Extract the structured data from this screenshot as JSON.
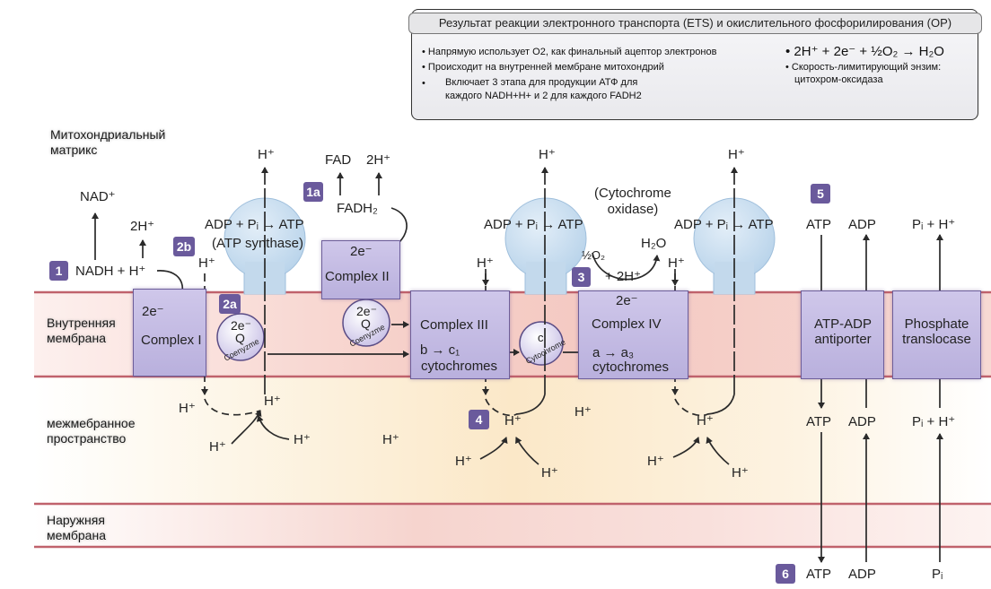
{
  "info_box": {
    "title": "Результат реакции электронного транспорта (ETS) и окислительного фосфорилирования (OP)",
    "bullets_left": [
      "Напрямую использует O2, как финальный ацептор электронов",
      "Происходит на внутренней мембране митохондрий",
      "Включает 3 этапа для продукции АТФ для",
      "каждого NADH+H+ и 2 для каждого FADH2"
    ],
    "equation": "2H⁺ + 2e⁻ + ½O₂ → H₂O",
    "rate_limit_line1": "Скорость-лимитирующий энзим:",
    "rate_limit_line2": "цитохром-оксидаза"
  },
  "regions": {
    "matrix": [
      "Митохондриальный",
      "матрикс"
    ],
    "inner_membrane": [
      "Внутренняя",
      "мембрана"
    ],
    "intermembrane": [
      "межмебранное",
      "пространство"
    ],
    "outer_membrane": [
      "Наружняя",
      "мембрана"
    ]
  },
  "badges": {
    "b1": "1",
    "b1a": "1a",
    "b2a": "2a",
    "b2b": "2b",
    "b3": "3",
    "b4": "4",
    "b5": "5",
    "b6": "6"
  },
  "complexes": {
    "complex1": {
      "e": "2e⁻",
      "name": "Complex I"
    },
    "complex2": {
      "e": "2e⁻",
      "name": "Complex II"
    },
    "complex3": {
      "name": "Complex III",
      "sub": "b → c₁",
      "sub2": "cytochromes"
    },
    "complex4": {
      "e": "2e⁻",
      "name": "Complex IV",
      "sub": "a → a₃",
      "sub2": "cytochromes"
    },
    "antiporter": [
      "ATP-ADP",
      "antiporter"
    ],
    "translocase": [
      "Phosphate",
      "translocase"
    ]
  },
  "carriers": {
    "coq1": {
      "e": "2e⁻",
      "q": "Q",
      "label": "Coenyzme"
    },
    "coq2": {
      "e": "2e⁻",
      "q": "Q",
      "label": "Coenyzme"
    },
    "cytc": {
      "c": "c",
      "label": "Cytochrome"
    }
  },
  "matrix_labels": {
    "nad": "NAD⁺",
    "twoh_1": "2H⁺",
    "nadh": "NADH + H⁺",
    "h_in_1": "H⁺",
    "h_out_syn1": "H⁺",
    "synthase1_rxn": "ADP + Pᵢ → ATP",
    "synthase1_name": "(ATP synthase)",
    "fad": "FAD",
    "twoh_2": "2H⁺",
    "fadh2": "FADH₂",
    "h_in_3": "H⁺",
    "h_out_syn2": "H⁺",
    "synthase2_rxn": "ADP + Pᵢ → ATP",
    "cyt_oxidase": [
      "(Cytochrome",
      "oxidase)"
    ],
    "half_o2": "½O₂",
    "plus_2h": "+   2H⁺",
    "h2o": "H₂O",
    "h_in_4": "H⁺",
    "h_out_syn3": "H⁺",
    "synthase3_rxn": "ADP + Pᵢ → ATP",
    "atp_m": "ATP",
    "adp_m": "ADP",
    "pi_h_m": "Pᵢ + H⁺"
  },
  "ims_labels": {
    "h1": "H⁺",
    "h2": "H⁺",
    "h3": "H⁺",
    "h4": "H⁺",
    "h5": "H⁺",
    "h6": "H⁺",
    "h7": "H⁺",
    "h8": "H⁺",
    "h9": "H⁺",
    "h10": "H⁺",
    "h11": "H⁺",
    "h12": "H⁺",
    "atp_i": "ATP",
    "adp_i": "ADP",
    "pi_h_i": "Pᵢ + H⁺"
  },
  "cytosol_labels": {
    "atp": "ATP",
    "adp": "ADP",
    "pi": "Pᵢ"
  },
  "colors": {
    "badge": "#6a5a9c",
    "complex_fill": "#c4bce4",
    "membrane_line": "#b5606a",
    "synthase": "#c7dcee"
  }
}
